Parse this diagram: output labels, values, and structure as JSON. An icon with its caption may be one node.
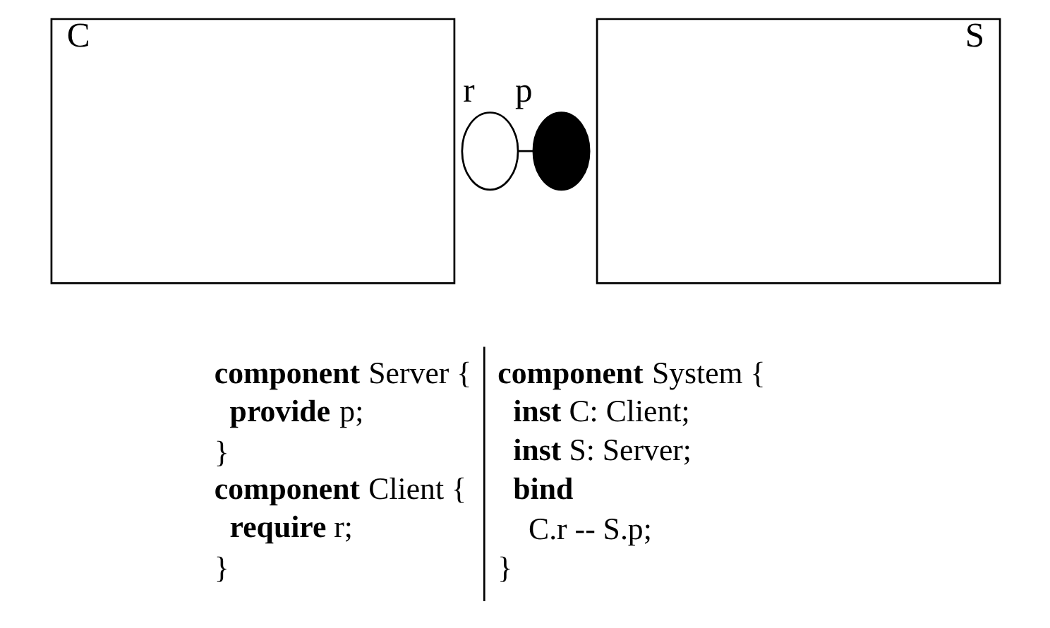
{
  "diagram": {
    "nodes": [
      {
        "text": [
          "C"
        ]
      },
      {
        "text": [
          "S"
        ]
      },
      {
        "text": [],
        "shape": "circle",
        "beside": [
          "r"
        ]
      },
      {
        "text": [],
        "shape": "circle",
        "beside": [
          "p"
        ]
      }
    ],
    "edges": [
      {
        "from": 2,
        "to": 3,
        "arrow": "none"
      }
    ],
    "labels": [
      "**component** Server {",
      "**provide** p;",
      "}",
      "**component** Client {",
      "**require** r;",
      "}",
      "**component** System {",
      "**inst** C: Client;",
      "**inst** S: Server;",
      "**bind**",
      "C.r -- S.p;",
      "}"
    ]
  }
}
